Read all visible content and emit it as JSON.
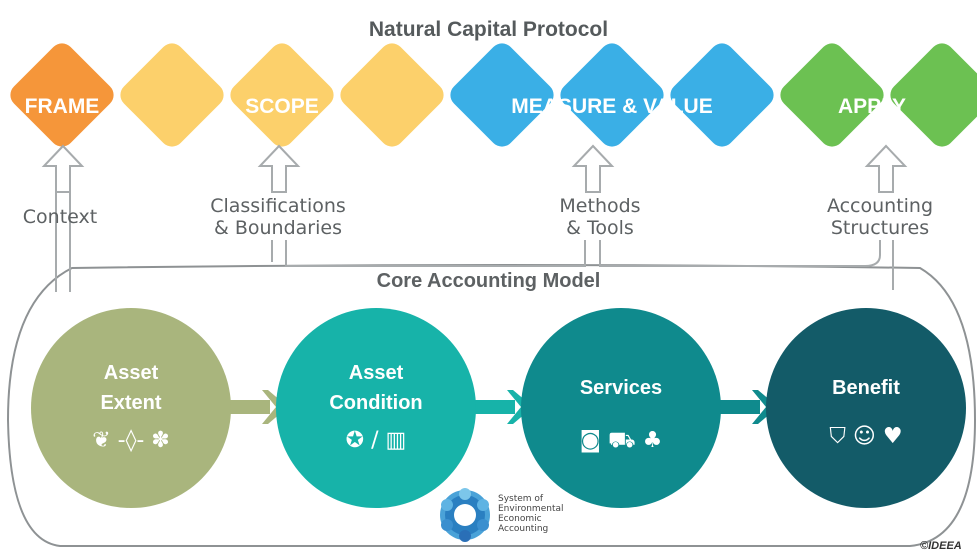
{
  "title": "Natural Capital Protocol",
  "phases": [
    {
      "label": "FRAME",
      "color": "#f5963a"
    },
    {
      "label": "SCOPE",
      "color": "#fcd06b"
    },
    {
      "label": "MEASURE & VALUE",
      "color": "#3aafe6"
    },
    {
      "label": "APPLY",
      "color": "#6cc152"
    }
  ],
  "feeds": {
    "context": "Context",
    "classifications": [
      "Classifications",
      "& Boundaries"
    ],
    "methods": [
      "Methods",
      "& Tools"
    ],
    "accounting": [
      "Accounting",
      "Structures"
    ]
  },
  "core_title": "Core Accounting Model",
  "stages": [
    {
      "label": [
        "Asset",
        "Extent"
      ],
      "color": "#a9b57d",
      "icons": [
        "leaf-icon",
        "drop-icon",
        "paw-icon"
      ]
    },
    {
      "label": [
        "Asset",
        "Condition"
      ],
      "color": "#17b3a9",
      "icons": [
        "award-icon",
        "trash-icon"
      ]
    },
    {
      "label": [
        "Services"
      ],
      "color": "#0f8a8d",
      "icons": [
        "camera-icon",
        "tractor-icon",
        "lungs-icon"
      ]
    },
    {
      "label": [
        "Benefit"
      ],
      "color": "#135b68",
      "icons": [
        "shield-icon",
        "smile-icon",
        "heart-dollar-icon"
      ]
    }
  ],
  "logo_text": [
    "System of",
    "Environmental",
    "Economic",
    "Accounting"
  ],
  "copyright": "©IDEEA"
}
